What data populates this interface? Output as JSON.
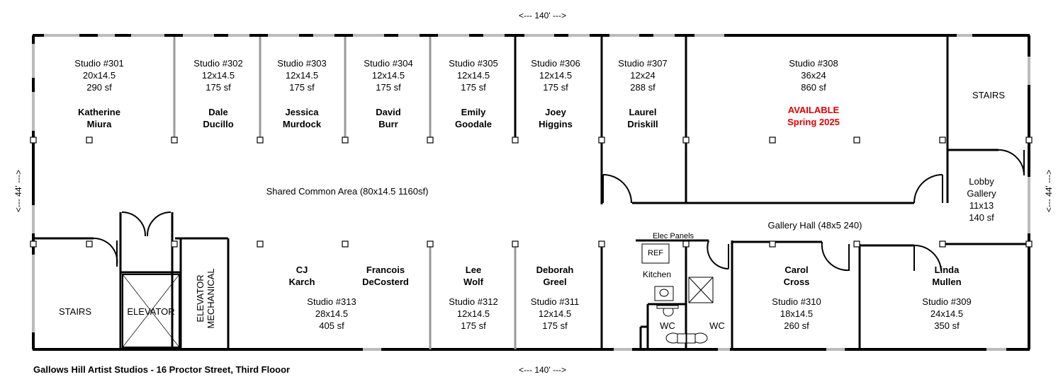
{
  "dimensions": {
    "top": "<--- 140' --->",
    "bottom": "<--- 140' --->",
    "left": "<--- 44' --->",
    "right": "<--- 44' --->"
  },
  "footer": "Gallows Hill Artist Studios - 16 Proctor Street, Third Flooor",
  "studios_top": [
    {
      "name": "Studio #301",
      "size": "20x14.5",
      "area": "290 sf",
      "tenant_line1": "Katherine",
      "tenant_line2": "Miura"
    },
    {
      "name": "Studio #302",
      "size": "12x14.5",
      "area": "175 sf",
      "tenant_line1": "Dale",
      "tenant_line2": "Ducillo"
    },
    {
      "name": "Studio #303",
      "size": "12x14.5",
      "area": "175 sf",
      "tenant_line1": "Jessica",
      "tenant_line2": "Murdock"
    },
    {
      "name": "Studio #304",
      "size": "12x14.5",
      "area": "175 sf",
      "tenant_line1": "David",
      "tenant_line2": "Burr"
    },
    {
      "name": "Studio #305",
      "size": "12x14.5",
      "area": "175 sf",
      "tenant_line1": "Emily",
      "tenant_line2": "Goodale"
    },
    {
      "name": "Studio #306",
      "size": "12x14.5",
      "area": "175 sf",
      "tenant_line1": "Joey",
      "tenant_line2": "Higgins"
    },
    {
      "name": "Studio #307",
      "size": "12x24",
      "area": "288 sf",
      "tenant_line1": "Laurel",
      "tenant_line2": "Driskill"
    },
    {
      "name": "Studio #308",
      "size": "36x24",
      "area": "860 sf",
      "tenant_line1": "AVAILABLE",
      "tenant_line2": "Spring 2025"
    }
  ],
  "studio_313": {
    "tenant_a_line1": "CJ",
    "tenant_a_line2": "Karch",
    "tenant_b_line1": "Francois",
    "tenant_b_line2": "DeCosterd",
    "name": "Studio #313",
    "size": "28x14.5",
    "area": "405 sf"
  },
  "studio_312": {
    "tenant_line1": "Lee",
    "tenant_line2": "Wolf",
    "name": "Studio #312",
    "size": "12x14.5",
    "area": "175 sf"
  },
  "studio_311": {
    "tenant_line1": "Deborah",
    "tenant_line2": "Greel",
    "name": "Studio #311",
    "size": "12x14.5",
    "area": "175 sf"
  },
  "studio_310": {
    "tenant_line1": "Carol",
    "tenant_line2": "Cross",
    "name": "Studio #310",
    "size": "18x14.5",
    "area": "260 sf"
  },
  "studio_309": {
    "tenant_line1": "Linda",
    "tenant_line2": "Mullen",
    "name": "Studio #309",
    "size": "24x14.5",
    "area": "350 sf"
  },
  "rooms": {
    "stairs_top": "STAIRS",
    "stairs_bottom": "STAIRS",
    "elevator": "ELEVATOR",
    "elevator_mech_line1": "ELEVATOR",
    "elevator_mech_line2": "MECHANICAL",
    "common_area": "Shared Common Area (80x14.5 1160sf)",
    "gallery_hall": "Gallery Hall (48x5 240)",
    "lobby_line1": "Lobby",
    "lobby_line2": "Gallery",
    "lobby_line3": "11x13",
    "lobby_line4": "140 sf",
    "elec_panels": "Elec Panels",
    "ref": "REF",
    "kitchen": "Kitchen",
    "wc_left": "WC",
    "wc_right": "WC"
  }
}
